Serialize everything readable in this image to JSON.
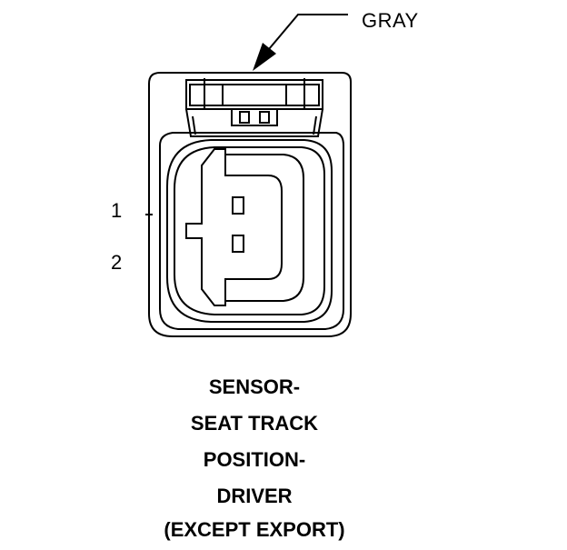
{
  "connector": {
    "color_label": "GRAY",
    "pins": [
      "1",
      "2"
    ],
    "caption_lines": [
      "SENSOR-",
      "SEAT TRACK",
      "POSITION-",
      "DRIVER",
      "(EXCEPT EXPORT)"
    ]
  }
}
